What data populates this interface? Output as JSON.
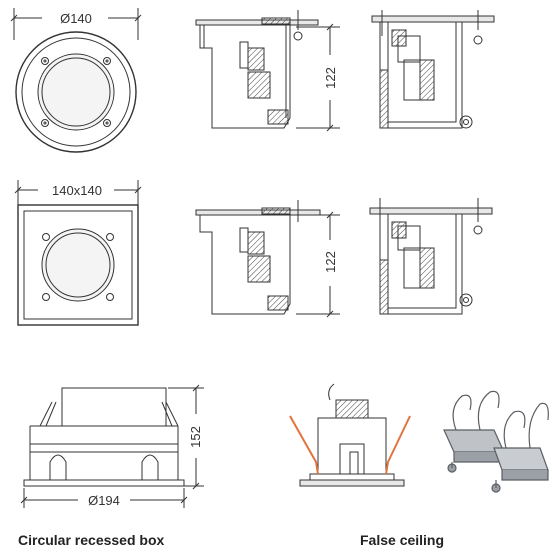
{
  "dimensions": {
    "round_diameter": "Ø140",
    "square_size": "140x140",
    "height_round": "122",
    "height_square": "122",
    "box_height": "152",
    "box_diameter": "Ø194"
  },
  "captions": {
    "recessed_box": "Circular recessed box",
    "false_ceiling": "False ceiling"
  },
  "colors": {
    "line": "#333333",
    "accent": "#e2733c",
    "hatch": "#555555",
    "metal": "#bfc3c7"
  }
}
